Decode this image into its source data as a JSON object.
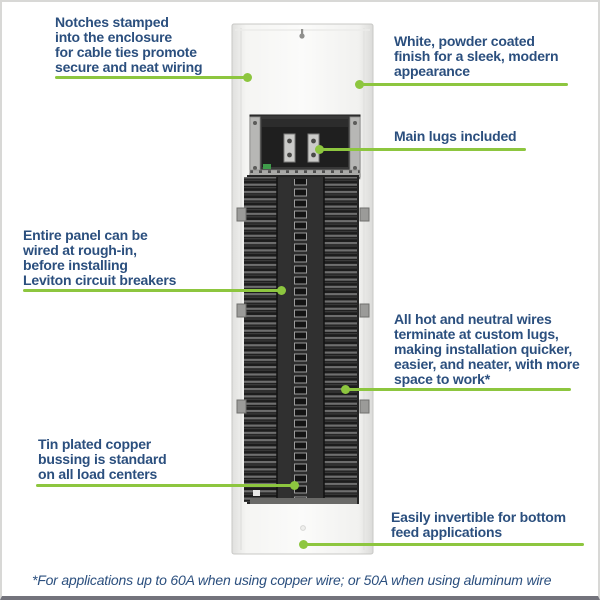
{
  "colors": {
    "text_blue": "#2b4f7e",
    "leader_green": "#8dc63f",
    "frame_grey": "#d8d8d6"
  },
  "illustration": {
    "name": "leviton-load-center-photo"
  },
  "callouts": [
    {
      "id": "notches",
      "lines": [
        "Notches stamped",
        "into the enclosure",
        "for cable ties promote",
        "secure and neat wiring"
      ]
    },
    {
      "id": "finish",
      "lines": [
        "White, powder coated",
        "finish for a sleek, modern",
        "appearance"
      ]
    },
    {
      "id": "main-lugs",
      "lines": [
        "Main lugs included"
      ]
    },
    {
      "id": "rough-in",
      "lines": [
        "Entire panel can be",
        "wired at rough-in,",
        "before installing",
        "Leviton circuit breakers"
      ]
    },
    {
      "id": "custom-lugs",
      "lines": [
        "All hot and neutral wires",
        "terminate at custom lugs,",
        "making installation quicker,",
        "easier, and neater, with more",
        "space to work*"
      ]
    },
    {
      "id": "bussing",
      "lines": [
        "Tin plated copper",
        "bussing is standard",
        "on all load centers"
      ]
    },
    {
      "id": "invertible",
      "lines": [
        "Easily invertible for bottom",
        "feed applications"
      ]
    }
  ],
  "footnote": "*For applications up to 60A when using copper wire; or 50A when using aluminum wire"
}
